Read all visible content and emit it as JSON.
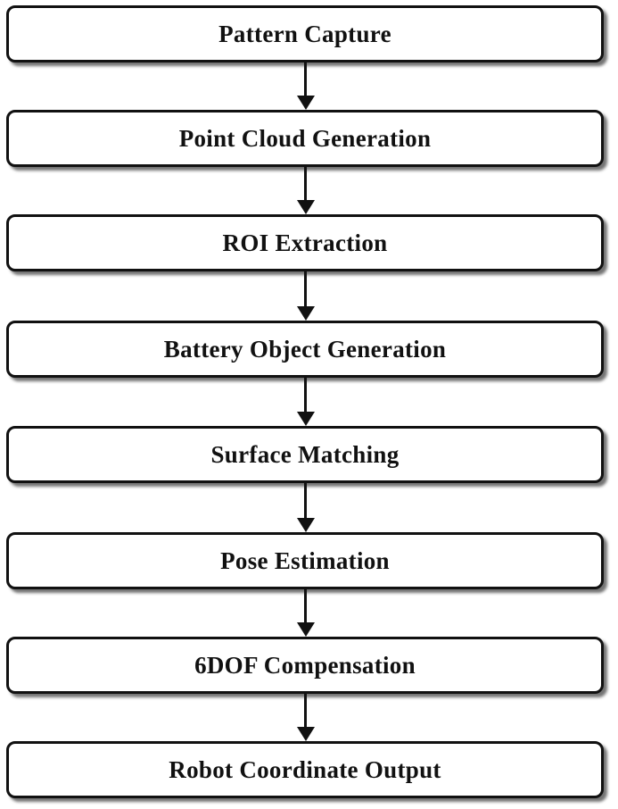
{
  "flowchart": {
    "steps": [
      {
        "label": "Pattern Capture"
      },
      {
        "label": "Point Cloud Generation"
      },
      {
        "label": "ROI Extraction"
      },
      {
        "label": "Battery Object Generation"
      },
      {
        "label": "Surface Matching"
      },
      {
        "label": "Pose Estimation"
      },
      {
        "label": "6DOF Compensation"
      },
      {
        "label": "Robot Coordinate Output"
      }
    ],
    "connector_color": "#111111",
    "box_border_color": "#111111"
  }
}
